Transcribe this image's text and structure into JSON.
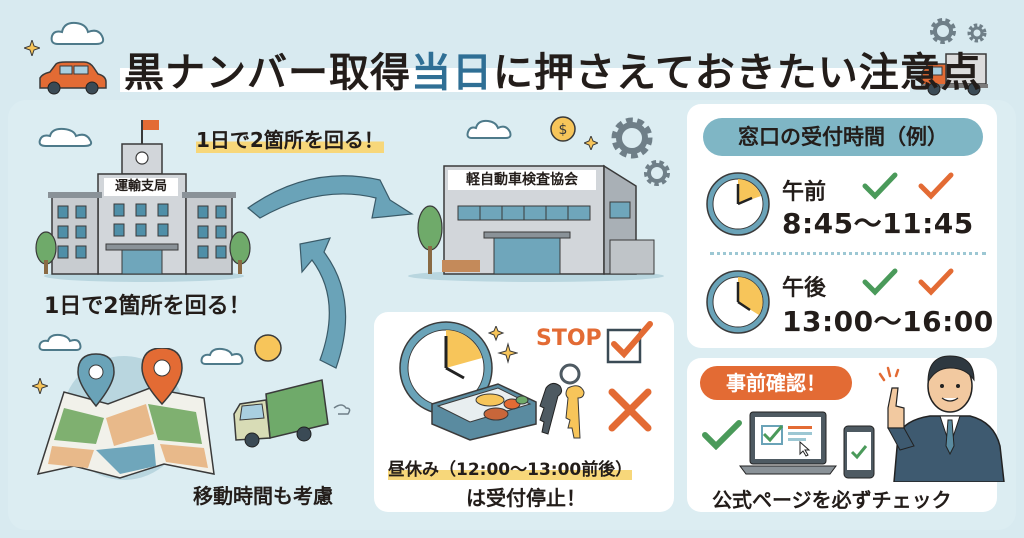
{
  "title": {
    "prefix": "黒ナンバー取得",
    "highlight": "当日",
    "suffix": "に押さえておきたい注意点",
    "highlight_color": "#2f6f95"
  },
  "route": {
    "top_caption": "1日で2箇所を回る！",
    "bottom_caption": "1日で2箇所を回る！",
    "building_left": "運輸支局",
    "building_right": "軽自動車検査協会",
    "travel_caption": "移動時間も考慮"
  },
  "schedule": {
    "header": "窓口の受付時間（例）",
    "morning": {
      "label": "午前",
      "time": "8:45〜11:45"
    },
    "afternoon": {
      "label": "午後",
      "time": "13:00〜16:00"
    }
  },
  "lunch": {
    "stop_label": "STOP",
    "line1": "昼休み（12:00〜13:00前後）",
    "line2": "は受付停止！"
  },
  "precheck": {
    "badge": "事前確認！",
    "caption": "公式ページを必ずチェック"
  },
  "colors": {
    "background": "#d8eaf0",
    "accent_blue": "#2f6f95",
    "arrow_blue": "#6aa3b8",
    "orange": "#e36b34",
    "green": "#4a9a5a",
    "yellow": "#f7c55a"
  },
  "icons": [
    "car-icon",
    "truck-icon",
    "gear-icon",
    "cloud-icon",
    "sparkle-icon",
    "building-icon",
    "clock-icon",
    "checkmark-icon",
    "cross-icon",
    "keys-icon",
    "bento-icon",
    "map-icon",
    "location-pin-icon",
    "laptop-icon",
    "smartphone-icon",
    "businessman-icon",
    "coin-icon",
    "arrow-icon"
  ]
}
